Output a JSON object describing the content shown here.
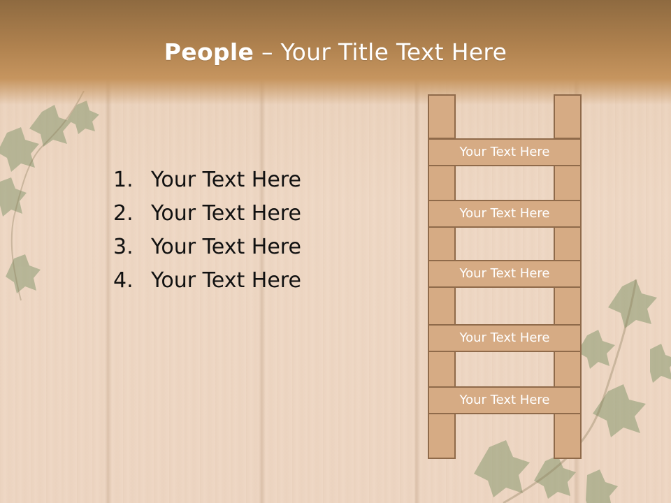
{
  "slide": {
    "title_bold": "People",
    "title_rest": " – Your Title Text Here",
    "list": [
      {
        "num": "1.",
        "text": "Your Text Here"
      },
      {
        "num": "2.",
        "text": "Your Text Here"
      },
      {
        "num": "3.",
        "text": "Your Text Here"
      },
      {
        "num": "4.",
        "text": "Your Text Here"
      }
    ],
    "ladder_rungs": [
      "Your Text Here",
      "Your Text Here",
      "Your Text Here",
      "Your Text Here",
      "Your Text Here"
    ]
  },
  "colors": {
    "ladder_fill": "#d6ab84",
    "ladder_border": "#8f6a4a",
    "title_band": "#b0824f"
  }
}
